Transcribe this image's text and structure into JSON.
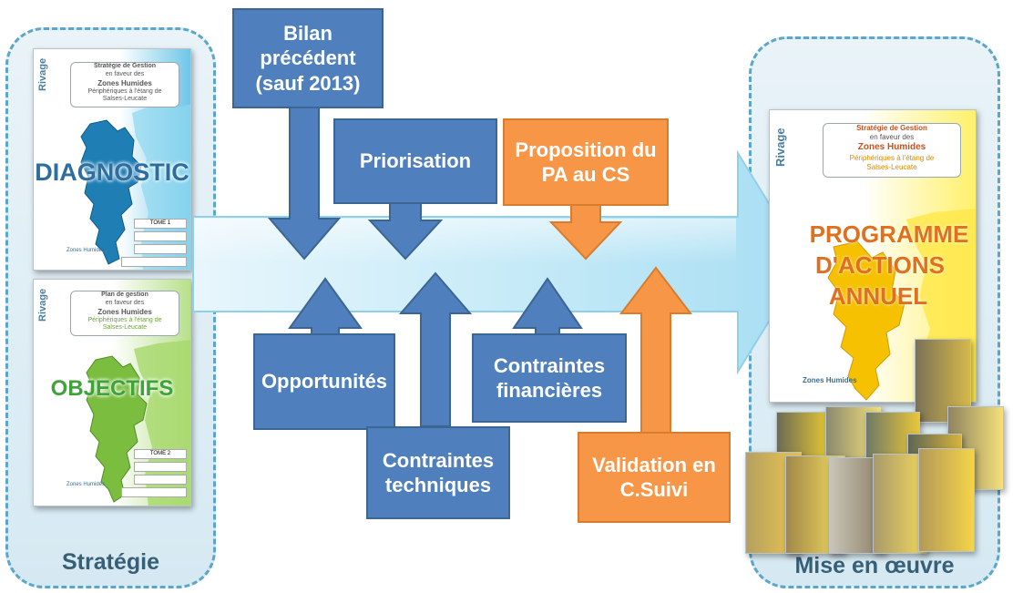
{
  "colors": {
    "blue": "#4f80bd",
    "orange": "#f79646",
    "main_arrow": "#bfe6f6",
    "panel_border": "#5ba6c9"
  },
  "left_panel": {
    "label": "Stratégie",
    "doc_diagnostic": {
      "brand": "Rivage",
      "title_line1": "Stratégie de Gestion",
      "title_line2": "en faveur des",
      "title_line3": "Zones Humides",
      "title_line4": "Périphériques à l'étang de",
      "title_line5": "Salses-Leucate",
      "big_label": "DIAGNOSTIC",
      "tome": "TOME 1",
      "footer_logo": "Zones Humides"
    },
    "doc_objectifs": {
      "brand": "Rivage",
      "title_line1": "Plan de gestion",
      "title_line2": "en faveur des",
      "title_line3": "Zones Humides",
      "title_line4": "Périphériques à l'étang de",
      "title_line5": "Salses-Leucate",
      "big_label": "OBJECTIFS",
      "tome": "TOME 2",
      "footer_logo": "Zones Humides"
    }
  },
  "right_panel": {
    "label": "Mise en œuvre",
    "doc_programme": {
      "brand": "Rivage",
      "title_line1": "Stratégie de Gestion",
      "title_line2": "en faveur des",
      "title_line3": "Zones Humides",
      "title_line4": "Périphériques à l'étang de",
      "title_line5": "Salses-Leucate",
      "big_label_line1": "PROGRAMME",
      "big_label_line2": "D'ACTIONS",
      "big_label_line3": "ANNUEL",
      "footer_logo": "Zones Humides"
    }
  },
  "inputs_top": [
    {
      "text": "Bilan précédent (sauf 2013)",
      "color": "blue"
    },
    {
      "text": "Priorisation",
      "color": "blue"
    },
    {
      "text": "Proposition du PA au CS",
      "color": "orange"
    }
  ],
  "inputs_bottom": [
    {
      "text": "Opportunités",
      "color": "blue"
    },
    {
      "text": "Contraintes techniques",
      "color": "blue"
    },
    {
      "text": "Contraintes financières",
      "color": "blue"
    },
    {
      "text": "Validation en C.Suivi",
      "color": "orange"
    }
  ]
}
